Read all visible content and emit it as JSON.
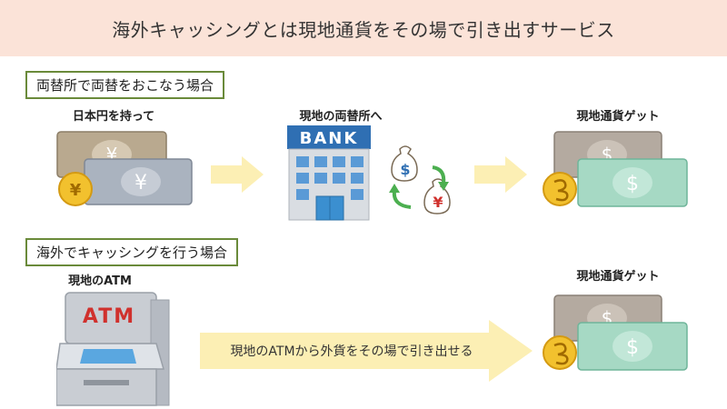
{
  "header": {
    "title": "海外キャッシングとは現地通貨をその場で引き出すサービス"
  },
  "section1": {
    "label": "両替所で両替をおこなう場合",
    "step1_caption": "日本円を持って",
    "step2_caption": "現地の両替所へ",
    "step3_caption": "現地通貨ゲット",
    "bank_sign": "BANK",
    "yen_symbol": "¥",
    "dollar_symbol": "$"
  },
  "section2": {
    "label": "海外でキャッシングを行う場合",
    "step1_caption": "現地のATM",
    "atm_sign": "ATM",
    "arrow_text": "現地のATMから外貨をその場で引き出せる",
    "step3_caption": "現地通貨ゲット"
  },
  "colors": {
    "header_bg": "#fbe3d8",
    "label_border": "#6a8a3a",
    "arrow": "#fcefb4",
    "yen_note_back": "#b9a98f",
    "yen_note_front": "#aab3bf",
    "coin": "#f2c12e",
    "dollar_note_back": "#b4aaa0",
    "dollar_note_front": "#a6d9c4",
    "bank_blue": "#2f6fb3",
    "atm_body": "#c9cdd3"
  }
}
